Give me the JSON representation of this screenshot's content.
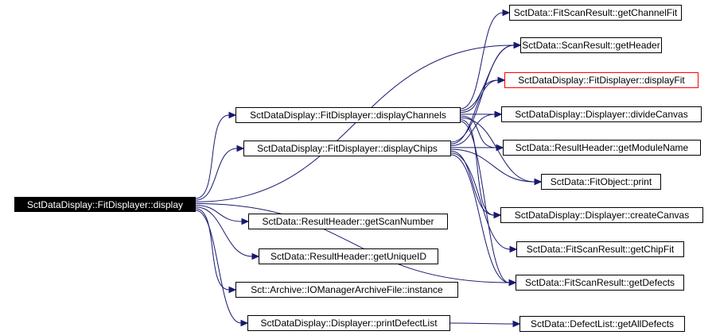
{
  "diagram": {
    "type": "call-graph",
    "edge_color": "#191970",
    "root_bg": "#000000",
    "highlight_border": "#ff0000",
    "nodes": [
      {
        "id": "display",
        "label": "SctDataDisplay::FitDisplayer::display",
        "style": "root"
      },
      {
        "id": "displayChannels",
        "label": "SctDataDisplay::FitDisplayer::displayChannels",
        "style": "normal"
      },
      {
        "id": "displayChips",
        "label": "SctDataDisplay::FitDisplayer::displayChips",
        "style": "normal"
      },
      {
        "id": "getScanNumber",
        "label": "SctData::ResultHeader::getScanNumber",
        "style": "normal"
      },
      {
        "id": "getUniqueID",
        "label": "SctData::ResultHeader::getUniqueID",
        "style": "normal"
      },
      {
        "id": "instance",
        "label": "Sct::Archive::IOManagerArchiveFile::instance",
        "style": "normal"
      },
      {
        "id": "printDefectList",
        "label": "SctDataDisplay::Displayer::printDefectList",
        "style": "normal"
      },
      {
        "id": "getChannelFit",
        "label": "SctData::FitScanResult::getChannelFit",
        "style": "normal"
      },
      {
        "id": "getHeader",
        "label": "SctData::ScanResult::getHeader",
        "style": "normal"
      },
      {
        "id": "displayFit",
        "label": "SctDataDisplay::FitDisplayer::displayFit",
        "style": "highlight"
      },
      {
        "id": "divideCanvas",
        "label": "SctDataDisplay::Displayer::divideCanvas",
        "style": "normal"
      },
      {
        "id": "getModuleName",
        "label": "SctData::ResultHeader::getModuleName",
        "style": "normal"
      },
      {
        "id": "print",
        "label": "SctData::FitObject::print",
        "style": "normal"
      },
      {
        "id": "createCanvas",
        "label": "SctDataDisplay::Displayer::createCanvas",
        "style": "normal"
      },
      {
        "id": "getChipFit",
        "label": "SctData::FitScanResult::getChipFit",
        "style": "normal"
      },
      {
        "id": "getDefects",
        "label": "SctData::FitScanResult::getDefects",
        "style": "normal"
      },
      {
        "id": "getAllDefects",
        "label": "SctData::DefectList::getAllDefects",
        "style": "normal"
      }
    ],
    "edges": [
      {
        "from": "display",
        "to": "displayChannels"
      },
      {
        "from": "display",
        "to": "displayChips"
      },
      {
        "from": "display",
        "to": "getHeader"
      },
      {
        "from": "display",
        "to": "getDefects"
      },
      {
        "from": "display",
        "to": "getScanNumber"
      },
      {
        "from": "display",
        "to": "getUniqueID"
      },
      {
        "from": "display",
        "to": "instance"
      },
      {
        "from": "display",
        "to": "printDefectList"
      },
      {
        "from": "displayChannels",
        "to": "getChannelFit"
      },
      {
        "from": "displayChannels",
        "to": "getHeader"
      },
      {
        "from": "displayChannels",
        "to": "displayFit"
      },
      {
        "from": "displayChannels",
        "to": "divideCanvas"
      },
      {
        "from": "displayChannels",
        "to": "getModuleName"
      },
      {
        "from": "displayChannels",
        "to": "print"
      },
      {
        "from": "displayChannels",
        "to": "createCanvas"
      },
      {
        "from": "displayChannels",
        "to": "getDefects"
      },
      {
        "from": "displayChips",
        "to": "getHeader"
      },
      {
        "from": "displayChips",
        "to": "displayFit"
      },
      {
        "from": "displayChips",
        "to": "divideCanvas"
      },
      {
        "from": "displayChips",
        "to": "getModuleName"
      },
      {
        "from": "displayChips",
        "to": "print"
      },
      {
        "from": "displayChips",
        "to": "createCanvas"
      },
      {
        "from": "displayChips",
        "to": "getChipFit"
      },
      {
        "from": "displayChips",
        "to": "getDefects"
      },
      {
        "from": "printDefectList",
        "to": "getAllDefects"
      }
    ]
  }
}
